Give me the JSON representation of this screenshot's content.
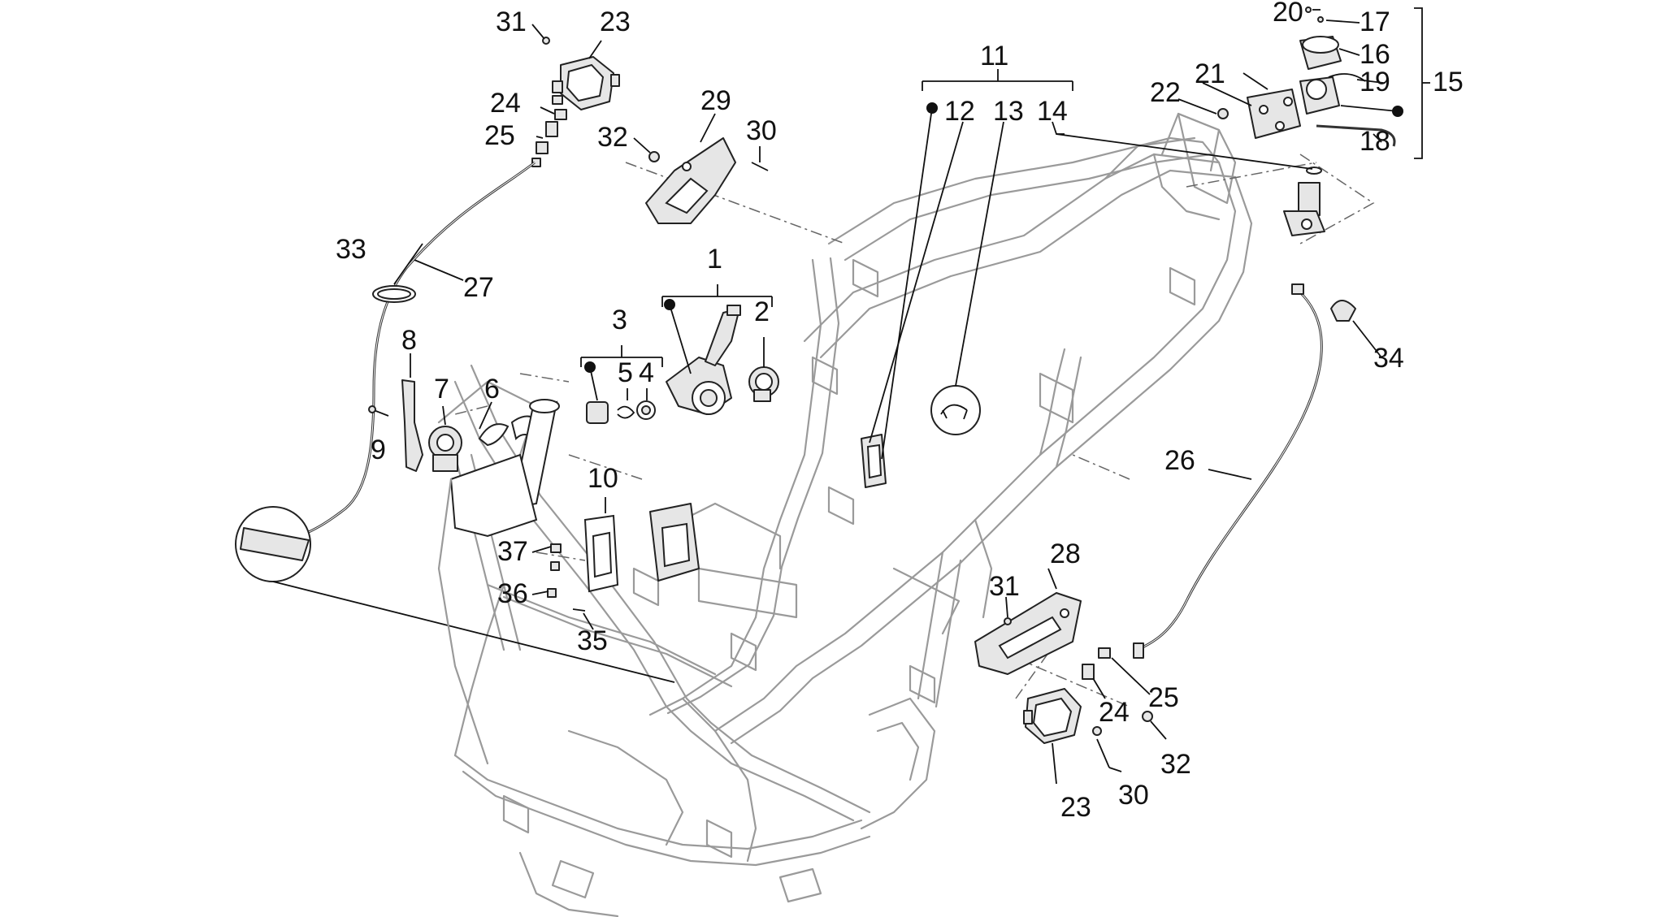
{
  "labels": {
    "l1": "1",
    "l2": "2",
    "l3": "3",
    "l4": "4",
    "l5": "5",
    "l6": "6",
    "l7": "7",
    "l8": "8",
    "l9": "9",
    "l10": "10",
    "l11": "11",
    "l12": "12",
    "l13": "13",
    "l14": "14",
    "l15": "15",
    "l16": "16",
    "l17": "17",
    "l18": "18",
    "l19": "19",
    "l20": "20",
    "l21": "21",
    "l22": "22",
    "l23": "23",
    "l23b": "23",
    "l24": "24",
    "l24b": "24",
    "l25": "25",
    "l25b": "25",
    "l26": "26",
    "l27": "27",
    "l28": "28",
    "l29": "29",
    "l30": "30",
    "l30b": "30",
    "l31": "31",
    "l31b": "31",
    "l32": "32",
    "l32b": "32",
    "l33": "33",
    "l34": "34",
    "l35": "35",
    "l36": "36",
    "l37": "37"
  },
  "icons": {
    "frame": "scooter-frame-drawing",
    "ignition": "ignition-lock-icon",
    "ecu": "ecu-module-icon",
    "actuator": "seat-lock-actuator-icon"
  },
  "colors": {
    "line": "#222222",
    "frame": "#9a9a9a",
    "fill": "#e6e6e6",
    "background": "#ffffff"
  }
}
